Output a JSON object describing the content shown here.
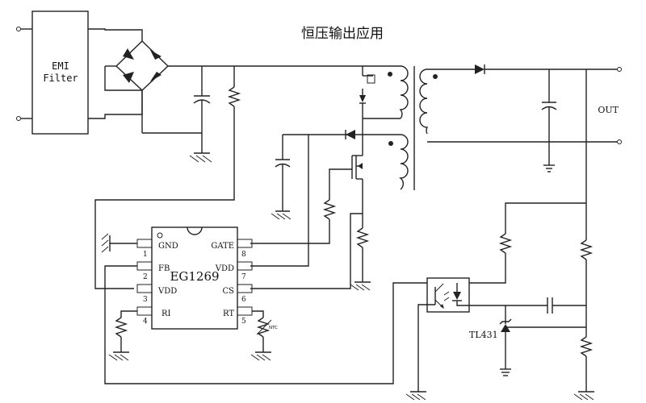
{
  "title": "恒压输出应用",
  "emi_filter": {
    "line1": "EMI",
    "line2": "Filter"
  },
  "ic": {
    "name": "EG1269",
    "pins": [
      {
        "num": "1",
        "name": "GND"
      },
      {
        "num": "2",
        "name": "FB"
      },
      {
        "num": "3",
        "name": "VDD"
      },
      {
        "num": "4",
        "name": "RI"
      },
      {
        "num": "5",
        "name": "RT"
      },
      {
        "num": "6",
        "name": "CS"
      },
      {
        "num": "7",
        "name": "VDD"
      },
      {
        "num": "8",
        "name": "GATE"
      }
    ]
  },
  "labels": {
    "ntc": "NTC",
    "tl431": "TL431",
    "out": "OUT"
  }
}
